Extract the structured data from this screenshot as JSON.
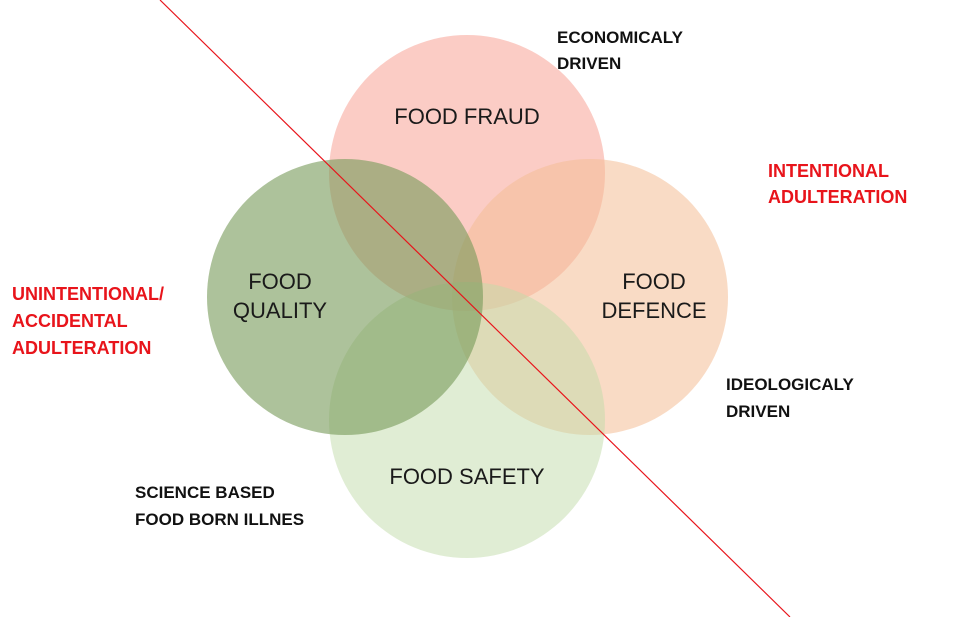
{
  "diagram": {
    "circles": {
      "fraud": {
        "line1": "FOOD FRAUD",
        "color": "#f8a396"
      },
      "defence": {
        "line1": "FOOD",
        "line2": "DEFENCE",
        "color": "#f4be96"
      },
      "quality": {
        "line1": "FOOD",
        "line2": "QUALITY",
        "color": "#779a58"
      },
      "safety": {
        "line1": "FOOD SAFETY",
        "color": "#c2dcaa"
      }
    },
    "annotations": {
      "economically": {
        "line1": "ECONOMICALY",
        "line2": "DRIVEN"
      },
      "intentional": {
        "line1": "INTENTIONAL",
        "line2": "ADULTERATION"
      },
      "unintentional": {
        "line1": "UNINTENTIONAL/",
        "line2": "ACCIDENTAL",
        "line3": "ADULTERATION"
      },
      "ideologically": {
        "line1": "IDEOLOGICALY",
        "line2": "DRIVEN"
      },
      "science": {
        "line1": "SCIENCE BASED",
        "line2": "FOOD BORN ILLNES"
      }
    },
    "colors": {
      "divider": "#e8141b",
      "annotation_red": "#e8141b",
      "annotation_black": "#111111"
    }
  }
}
